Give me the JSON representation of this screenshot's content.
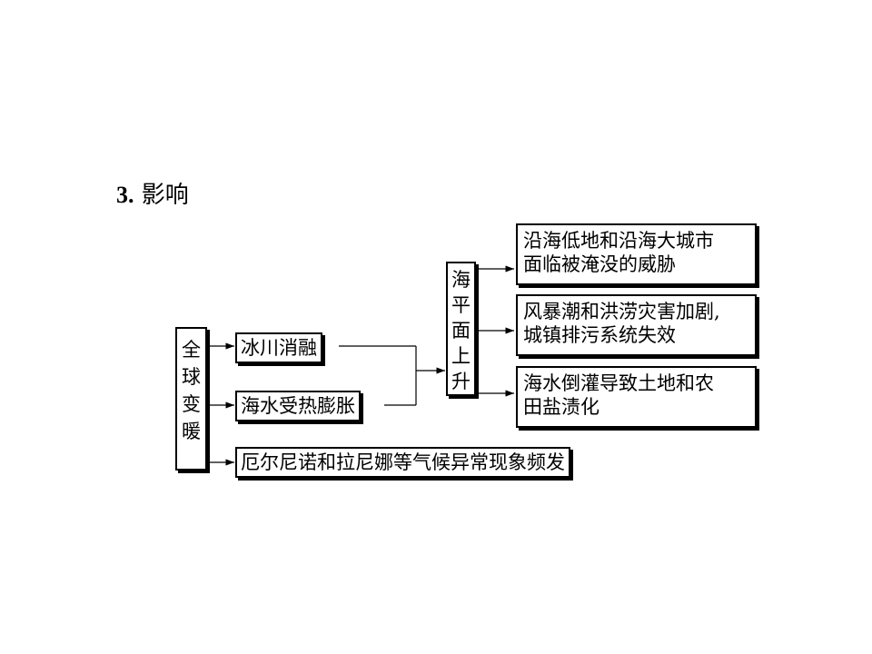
{
  "heading": {
    "number": "3.",
    "title": "影响"
  },
  "diagram": {
    "root": [
      "全",
      "球",
      "变",
      "暖"
    ],
    "causes": [
      "冰川消融",
      "海水受热膨胀"
    ],
    "enso": "厄尔尼诺和拉尼娜等气候异常现象频发",
    "sea_level": [
      "海",
      "平",
      "面",
      "上",
      "升"
    ],
    "effects": [
      {
        "line1": "沿海低地和沿海大城市",
        "line2": "面临被淹没的威胁"
      },
      {
        "line1": "风暴潮和洪涝灾害加剧,",
        "line2": "城镇排污系统失效"
      },
      {
        "line1": "海水倒灌导致土地和农",
        "line2": "田盐渍化"
      }
    ]
  }
}
